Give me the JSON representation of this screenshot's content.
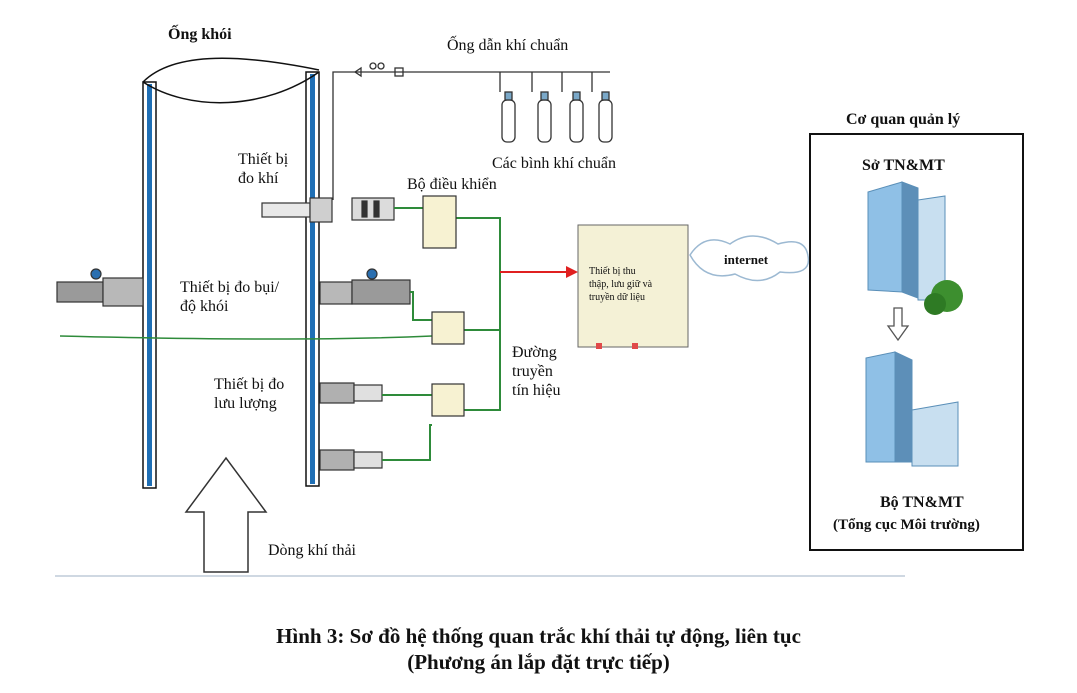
{
  "labels": {
    "chimney": "Ống khói",
    "std_gas_pipe": "Ống dẫn khí chuẩn",
    "std_gas_bottles": "Các bình khí chuẩn",
    "gas_meter": "Thiết bị\nđo khí",
    "controller": "Bộ điều khiển",
    "dust_meter": "Thiết bị đo bụi/\nđộ khói",
    "flow_meter": "Thiết bị đo\nlưu lượng",
    "signal_line": "Đường\ntruyền\ntín hiệu",
    "exhaust_flow": "Dòng khí thải",
    "data_logger": "Thiết bị thu\nthập, lưu giữ và\ntruyền dữ liệu",
    "internet": "internet",
    "agency_title": "Cơ quan quản lý",
    "dept": "Sở TN&MT",
    "ministry": "Bộ TN&MT",
    "ministry_sub": "(Tổng cục Môi trường)"
  },
  "caption": {
    "line1": "Hình 3: Sơ đồ hệ thống quan trắc khí thải tự động, liên tục",
    "line2": "(Phương án lắp đặt trực tiếp)"
  },
  "colors": {
    "stack_blue": "#1f6fb5",
    "signal_green": "#2e8b3a",
    "data_arrow_red": "#e02020",
    "logger_box": "#f4f1d6",
    "building_blue": "#7fb6e0"
  }
}
